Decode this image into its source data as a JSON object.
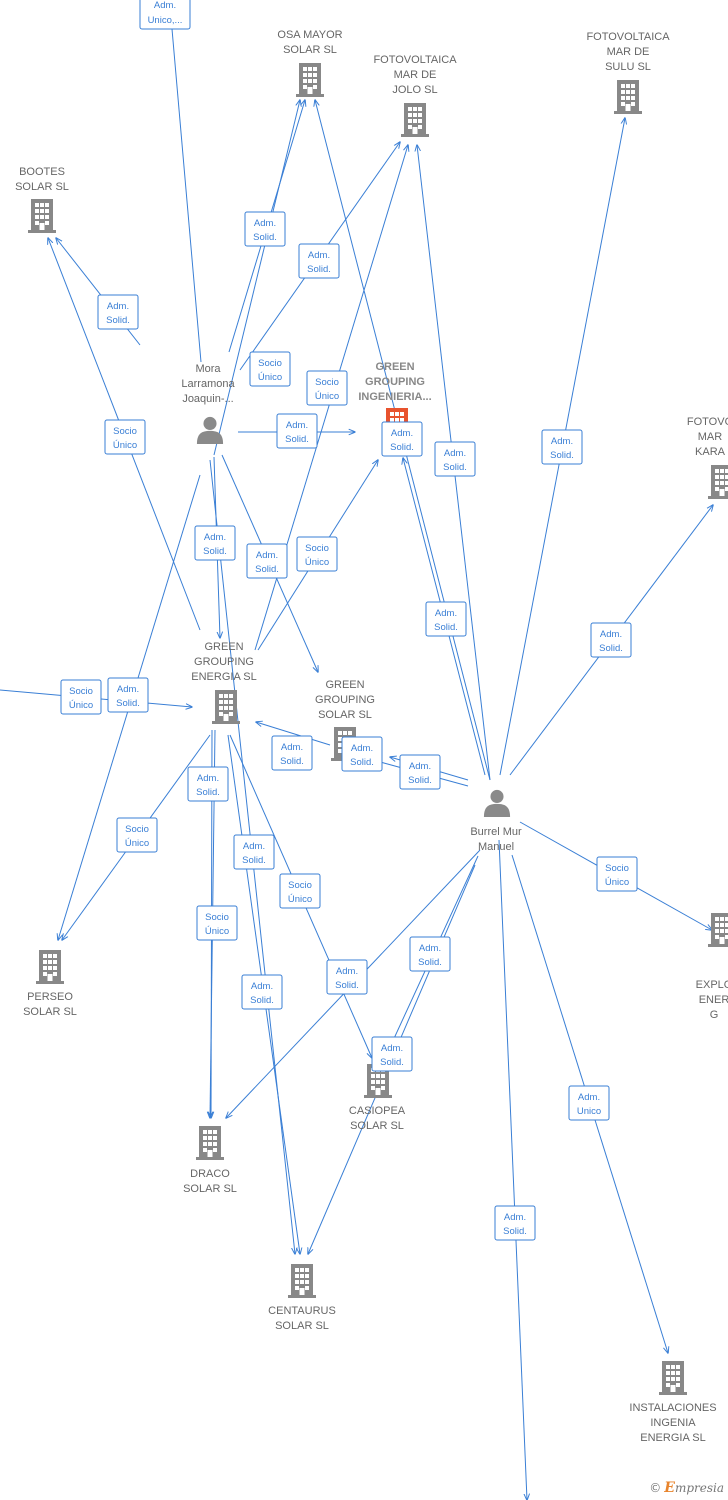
{
  "colors": {
    "edge": "#3a7fd5",
    "building": "#888888",
    "featured": "#e8532e",
    "person": "#8a8a8a",
    "label": "#666666"
  },
  "nodes": [
    {
      "id": "adm_unico_top",
      "type": "company",
      "label": [
        "Adm.",
        "Unico,..."
      ]
    },
    {
      "id": "osa_mayor",
      "type": "company",
      "label": [
        "OSA MAYOR",
        "SOLAR  SL"
      ]
    },
    {
      "id": "jolo",
      "type": "company",
      "label": [
        "FOTOVOLTAICA",
        "MAR DE",
        "JOLO  SL"
      ]
    },
    {
      "id": "sulu",
      "type": "company",
      "label": [
        "FOTOVOLTAICA",
        "MAR DE",
        "SULU  SL"
      ]
    },
    {
      "id": "bootes",
      "type": "company",
      "label": [
        "BOOTES",
        "SOLAR  SL"
      ]
    },
    {
      "id": "kara",
      "type": "company",
      "label": [
        "FOTOVO",
        "MAR",
        "KARA"
      ]
    },
    {
      "id": "mora",
      "type": "person",
      "label": [
        "Mora",
        "Larramona",
        "Joaquin-..."
      ]
    },
    {
      "id": "gg_ingenieria",
      "type": "company",
      "featured": true,
      "label": [
        "GREEN",
        "GROUPING",
        "INGENIERIA..."
      ]
    },
    {
      "id": "gg_energia",
      "type": "company",
      "label": [
        "GREEN",
        "GROUPING",
        "ENERGIA SL"
      ]
    },
    {
      "id": "gg_solar",
      "type": "company",
      "label": [
        "GREEN",
        "GROUPING",
        "SOLAR  SL"
      ]
    },
    {
      "id": "burrel",
      "type": "person",
      "label": [
        "Burrel Mur",
        "Manuel"
      ]
    },
    {
      "id": "perseo",
      "type": "company",
      "label": [
        "PERSEO",
        "SOLAR  SL"
      ]
    },
    {
      "id": "explo",
      "type": "company",
      "label": [
        "EXPLO",
        "ENER",
        "G"
      ]
    },
    {
      "id": "casiopea",
      "type": "company",
      "label": [
        "CASIOPEA",
        "SOLAR  SL"
      ]
    },
    {
      "id": "draco",
      "type": "company",
      "label": [
        "DRACO",
        "SOLAR  SL"
      ]
    },
    {
      "id": "centaurus",
      "type": "company",
      "label": [
        "CENTAURUS",
        "SOLAR  SL"
      ]
    },
    {
      "id": "instalaciones",
      "type": "company",
      "label": [
        "INSTALACIONES",
        "INGENIA",
        "ENERGIA  SL"
      ]
    }
  ],
  "edge_labels": [
    [
      "Adm.",
      "Solid."
    ],
    [
      "Adm.",
      "Solid."
    ],
    [
      "Adm.",
      "Solid."
    ],
    [
      "Socio",
      "Único"
    ],
    [
      "Socio",
      "Único"
    ],
    [
      "Socio",
      "Único"
    ],
    [
      "Adm.",
      "Solid."
    ],
    [
      "Adm.",
      "Solid."
    ],
    [
      "Adm.",
      "Solid."
    ],
    [
      "Adm.",
      "Solid."
    ],
    [
      "Adm.",
      "Solid."
    ],
    [
      "Socio",
      "Único"
    ],
    [
      "Adm.",
      "Solid."
    ],
    [
      "Adm.",
      "Solid."
    ],
    [
      "Adm.",
      "Solid."
    ],
    [
      "Socio",
      "Único"
    ],
    [
      "Adm.",
      "Solid."
    ],
    [
      "Adm.",
      "Solid."
    ],
    [
      "Adm.",
      "Solid."
    ],
    [
      "Adm.",
      "Solid."
    ],
    [
      "Adm.",
      "Solid."
    ],
    [
      "Socio",
      "Único"
    ],
    [
      "Adm.",
      "Solid."
    ],
    [
      "Socio",
      "Único"
    ],
    [
      "Adm.",
      "Solid."
    ],
    [
      "Socio",
      "Único"
    ],
    [
      "Socio",
      "Único"
    ],
    [
      "Adm.",
      "Solid."
    ],
    [
      "Adm.",
      "Solid."
    ],
    [
      "Adm.",
      "Solid."
    ],
    [
      "Adm.",
      "Unico"
    ],
    [
      "Adm.",
      "Solid."
    ]
  ],
  "watermark": {
    "copyright": "©",
    "brand_initial": "E",
    "brand_rest": "mpresia"
  }
}
